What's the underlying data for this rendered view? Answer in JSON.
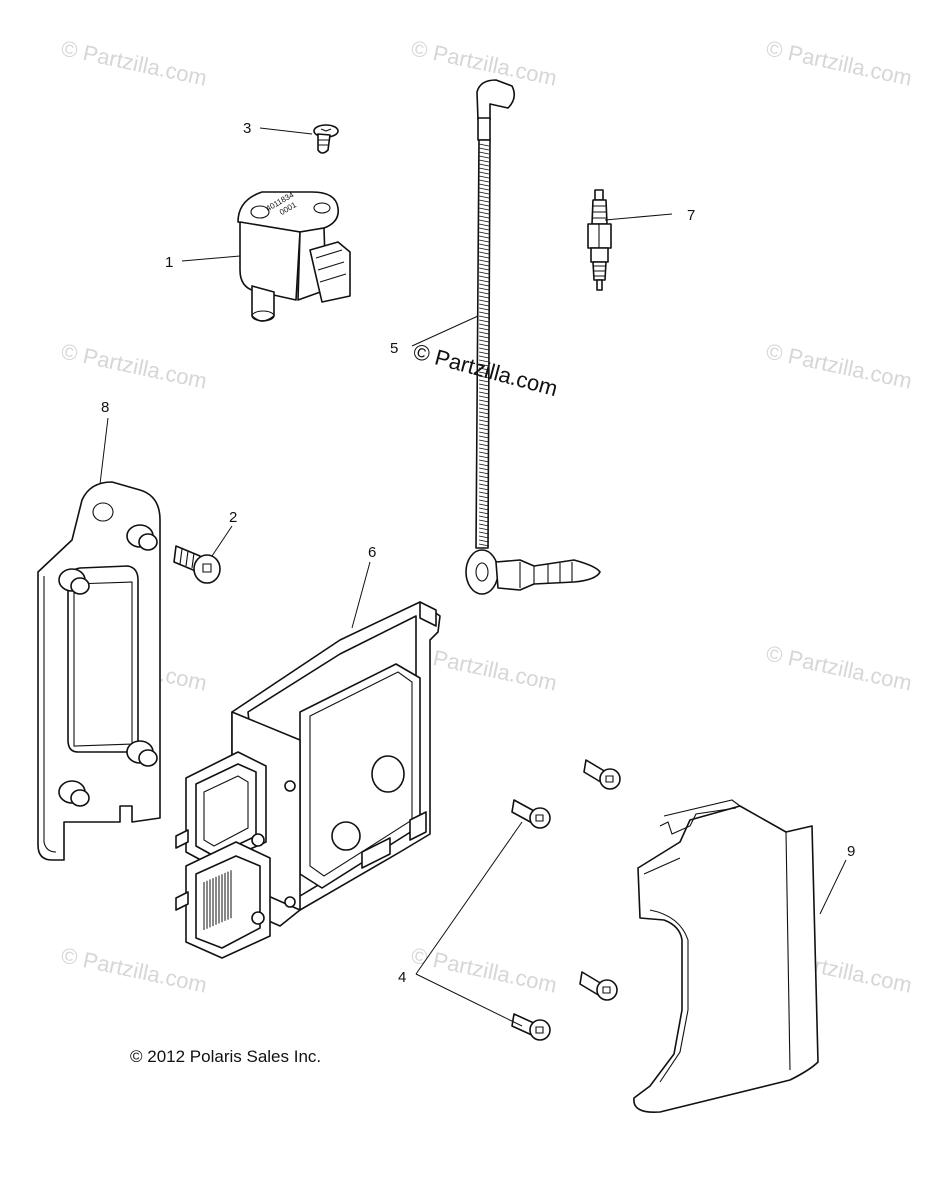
{
  "callouts": {
    "c1": "1",
    "c2": "2",
    "c3": "3",
    "c4": "4",
    "c5": "5",
    "c6": "6",
    "c7": "7",
    "c8": "8",
    "c9": "9"
  },
  "watermark": {
    "text": "© Partzilla.com",
    "main_text": "© Partzilla.com"
  },
  "copyright": "© 2012 Polaris Sales Inc.",
  "coil_label_line1": "4011834",
  "coil_label_line2": "0001"
}
